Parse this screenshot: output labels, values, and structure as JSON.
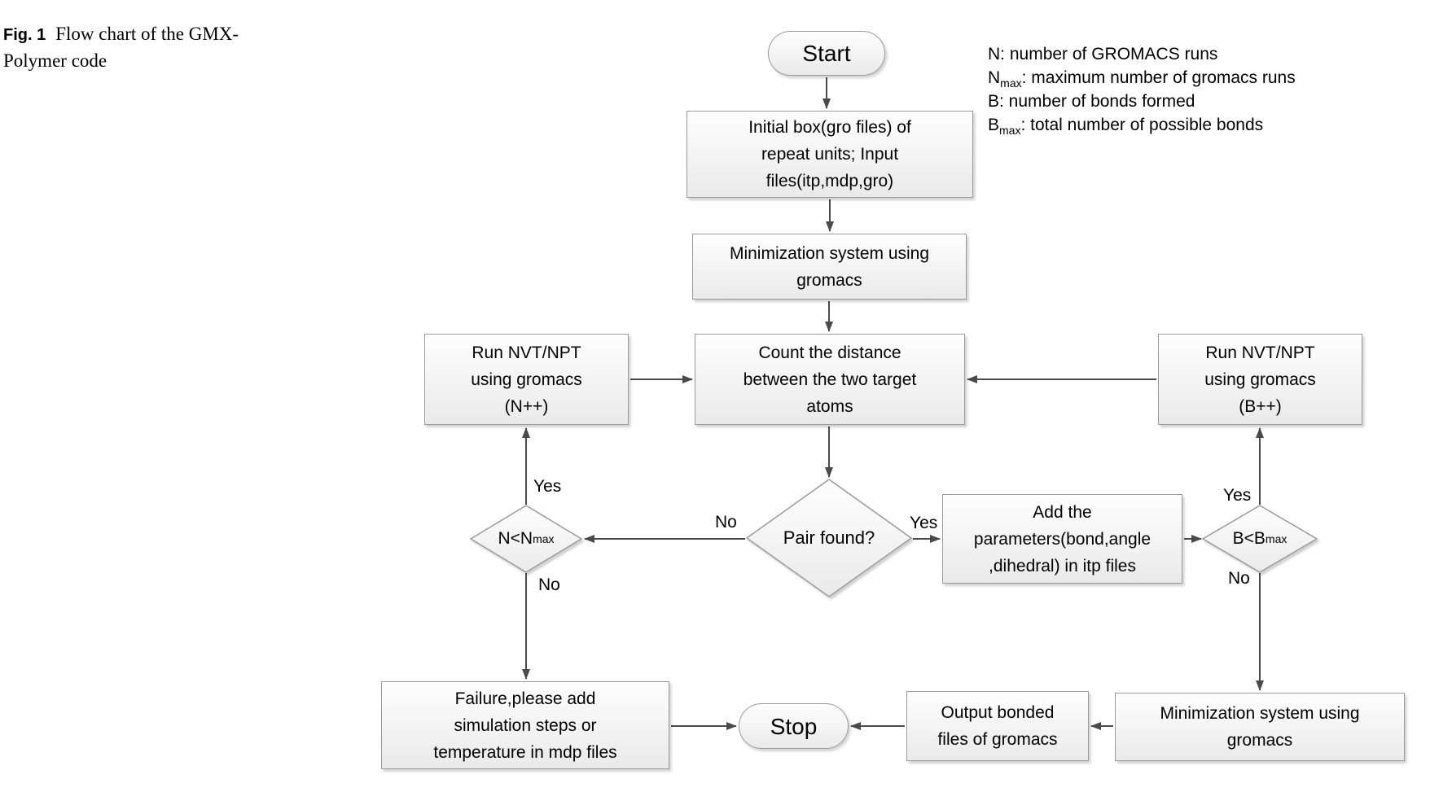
{
  "caption": {
    "label": "Fig. 1",
    "text": "Flow chart of the GMX-Polymer code"
  },
  "legend": {
    "items": [
      {
        "base": "N",
        "sub": "",
        "rest": ": number of GROMACS runs"
      },
      {
        "base": "N",
        "sub": "max",
        "rest": ": maximum number of gromacs runs"
      },
      {
        "base": "B",
        "sub": "",
        "rest": ": number of bonds formed"
      },
      {
        "base": "B",
        "sub": "max",
        "rest": ": total number of possible bonds"
      }
    ]
  },
  "nodes": {
    "start": {
      "label": "Start"
    },
    "initial": {
      "lines": [
        "Initial box(gro files) of",
        "repeat units; Input",
        "files(itp,mdp,gro)"
      ]
    },
    "minimize_top": {
      "lines": [
        "Minimization system using",
        "gromacs"
      ]
    },
    "count": {
      "lines": [
        "Count the distance",
        "between the two target",
        "atoms"
      ]
    },
    "nvt_left": {
      "lines": [
        "Run NVT/NPT",
        "using gromacs",
        "(N++)"
      ]
    },
    "nvt_right": {
      "lines": [
        "Run NVT/NPT",
        "using gromacs",
        "(B++)"
      ]
    },
    "pair": {
      "label": "Pair found?"
    },
    "n_max": {
      "base": "N<N",
      "sub": "max"
    },
    "b_max": {
      "base": "B<B",
      "sub": "max"
    },
    "add_params": {
      "lines": [
        "Add the",
        "parameters(bond,angle",
        ",dihedral) in itp files"
      ]
    },
    "failure": {
      "lines": [
        "Failure,please add",
        "simulation steps or",
        "temperature in mdp files"
      ]
    },
    "stop": {
      "label": "Stop"
    },
    "output": {
      "lines": [
        "Output bonded",
        "files of gromacs"
      ]
    },
    "minimize_bottom": {
      "lines": [
        "Minimization system using",
        "gromacs"
      ]
    }
  },
  "edge_labels": {
    "pair_no": "No",
    "pair_yes": "Yes",
    "nmax_yes": "Yes",
    "nmax_no": "No",
    "bmax_yes": "Yes",
    "bmax_no": "No"
  },
  "colors": {
    "node_border": "#9b9b9b",
    "node_fill_top": "#fefefe",
    "node_fill_bottom": "#eaeaea",
    "arrow": "#4a4a4a",
    "text": "#000000",
    "background": "#ffffff"
  }
}
